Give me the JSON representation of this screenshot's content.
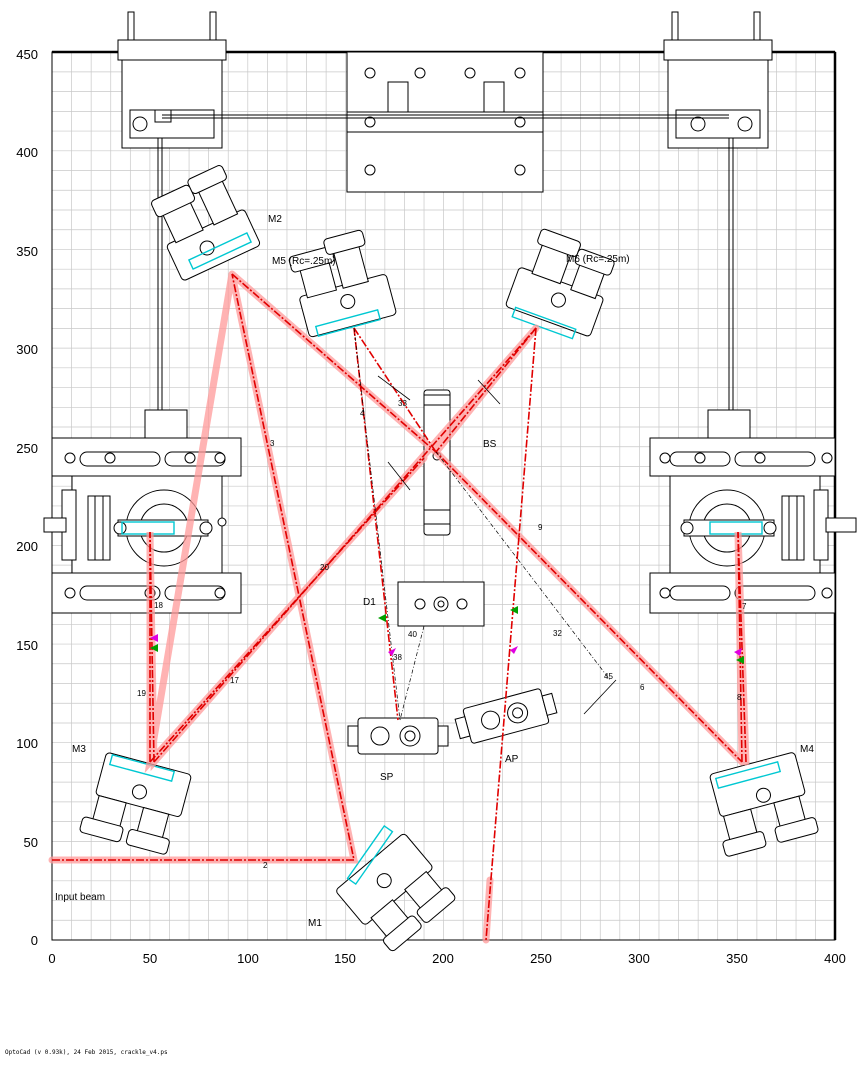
{
  "axes": {
    "x_ticks": [
      "0",
      "50",
      "100",
      "150",
      "200",
      "250",
      "300",
      "350",
      "400"
    ],
    "y_ticks": [
      "450",
      "400",
      "350",
      "300",
      "250",
      "200",
      "150",
      "100",
      "50",
      "0"
    ]
  },
  "labels": {
    "m1": "M1",
    "m2": "M2",
    "m3": "M3",
    "m4": "M4",
    "m5": "M5 (Rc=.25m)",
    "m6": "M6 (Rc=.25m)",
    "bs": "BS",
    "d1": "D1",
    "sp": "SP",
    "ap": "AP",
    "input": "Input beam"
  },
  "beam_numbers": {
    "n2": "2",
    "n3": "3",
    "n4": "4",
    "n6": "6",
    "n7": "7",
    "n8": "8",
    "n9": "9",
    "n17": "17",
    "n18": "18",
    "n19": "19",
    "n20": "20",
    "n32": "32",
    "n33": "33",
    "n38": "38",
    "n40": "40",
    "n45": "45"
  },
  "footer": "OptoCad (v 0.93k), 24 Feb 2015, crackle_v4.ps",
  "colors": {
    "grid": "#c8c8c8",
    "beam": "#e00000",
    "beam_glow": "#ff9a9a",
    "mirror": "#00c8d2",
    "marker_green": "#00a000",
    "marker_magenta": "#e000e0"
  }
}
